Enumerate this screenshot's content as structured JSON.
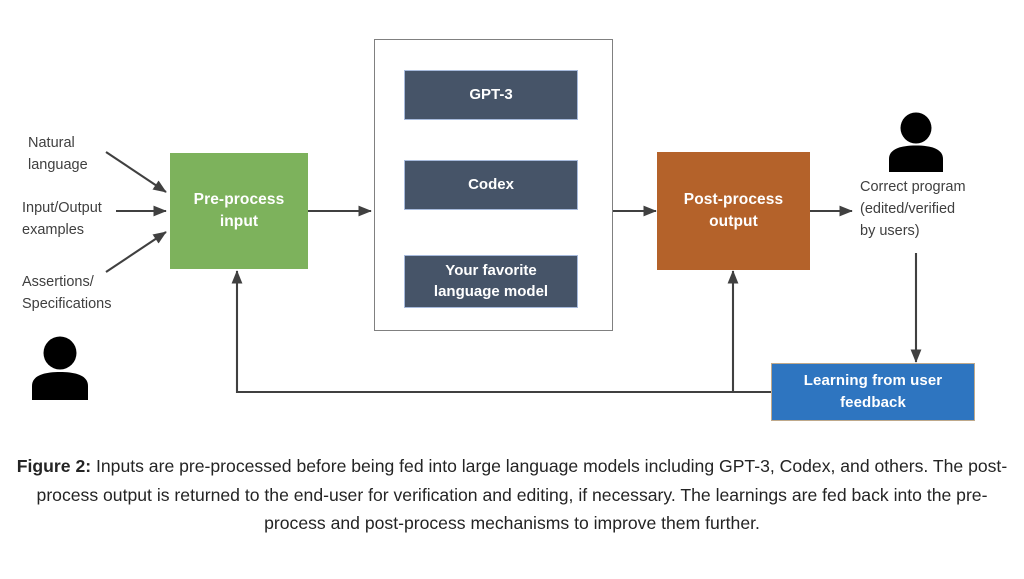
{
  "figure": {
    "id": "figure-2",
    "caption_label": "Figure 2:",
    "caption_text": " Inputs are pre-processed before being fed into large language models including GPT-3, Codex, and others. The post-process output is returned to the end-user for verification and editing, if necessary. The learnings are fed back into the pre-process and post-process mechanisms to improve them further."
  },
  "colors": {
    "preprocess": "#7DB25C",
    "postprocess": "#B4622A",
    "model_box": "#465468",
    "model_box_border": "#A7BADC",
    "feedback": "#2E75C0",
    "feedback_border": "#BFA98B",
    "frame_border": "#808080",
    "arrow": "#404040",
    "person_icon": "#000000",
    "label_text": "#3f3f3f",
    "caption_text": "#242424",
    "background": "#ffffff"
  },
  "inputs": [
    {
      "id": "natural-language",
      "label": "Natural\nlanguage"
    },
    {
      "id": "io-examples",
      "label": "Input/Output\nexamples"
    },
    {
      "id": "assertions-specifications",
      "label": "Assertions/\nSpecifications"
    }
  ],
  "stages": {
    "preprocess": {
      "id": "pre-process-input",
      "label": "Pre-process\ninput"
    },
    "postprocess": {
      "id": "post-process-output",
      "label": "Post-process\noutput"
    },
    "feedback": {
      "id": "learning-from-user-feedback",
      "label": "Learning from user\nfeedback"
    }
  },
  "models": {
    "frame_id": "language-models-container",
    "items": [
      {
        "id": "model-gpt-3",
        "label": "GPT-3"
      },
      {
        "id": "model-codex",
        "label": "Codex"
      },
      {
        "id": "model-your-favorite",
        "label": "Your favorite\nlanguage model"
      }
    ]
  },
  "output": {
    "id": "correct-program",
    "label": "Correct  program\n(edited/verified\nby users)"
  },
  "icons": {
    "input_user": "person-icon",
    "output_user": "person-icon"
  }
}
